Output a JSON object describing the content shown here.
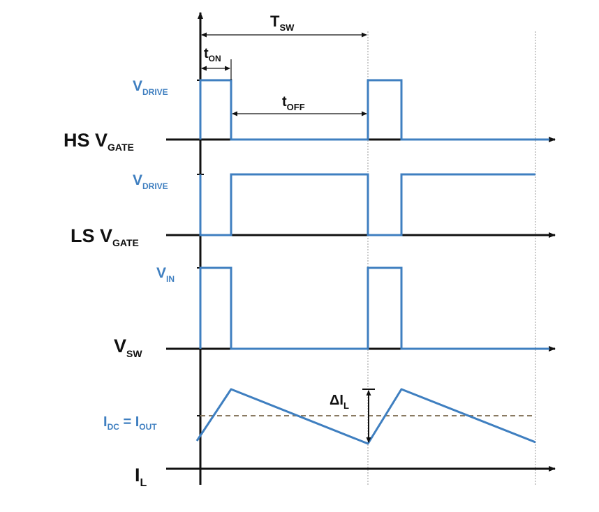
{
  "colors": {
    "waveform": "#3f7fc0",
    "axis": "#111111",
    "guide": "#999999",
    "avg_dash": "#8a7a62"
  },
  "labels": {
    "t_sw": {
      "main": "T",
      "sub": "SW"
    },
    "t_on": {
      "main": "t",
      "sub": "ON"
    },
    "t_off": {
      "main": "t",
      "sub": "OFF"
    },
    "delta_il": {
      "main": "ΔI",
      "sub": "L"
    }
  },
  "rows": [
    {
      "name": "HS",
      "level_label": {
        "main": "V",
        "sub": "DRIVE"
      },
      "axis_label": {
        "prefix": "HS ",
        "main": "V",
        "sub": "GATE"
      }
    },
    {
      "name": "LS",
      "level_label": {
        "main": "V",
        "sub": "DRIVE"
      },
      "axis_label": {
        "prefix": "LS ",
        "main": "V",
        "sub": "GATE"
      }
    },
    {
      "name": "SW",
      "level_label": {
        "main": "V",
        "sub": "IN"
      },
      "axis_label": {
        "prefix": "",
        "main": "V",
        "sub": "SW"
      }
    },
    {
      "name": "IL",
      "level_label": {
        "main": "I",
        "sub": "DC",
        "eq": " = ",
        "main2": "I",
        "sub2": "OUT"
      },
      "axis_label": {
        "prefix": "",
        "main": "I",
        "sub": "L"
      }
    }
  ]
}
